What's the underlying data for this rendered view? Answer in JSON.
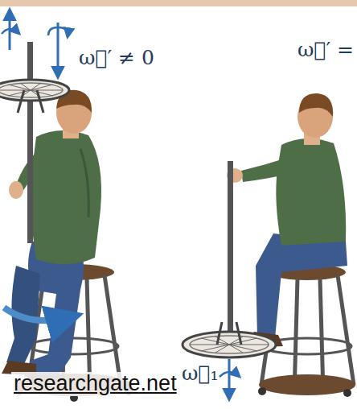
{
  "diagram": {
    "labels": [
      "ω⃗′ ≠ 0",
      "ω⃗′ =",
      "ω⃗₁",
      "researchgate.net"
    ]
  }
}
